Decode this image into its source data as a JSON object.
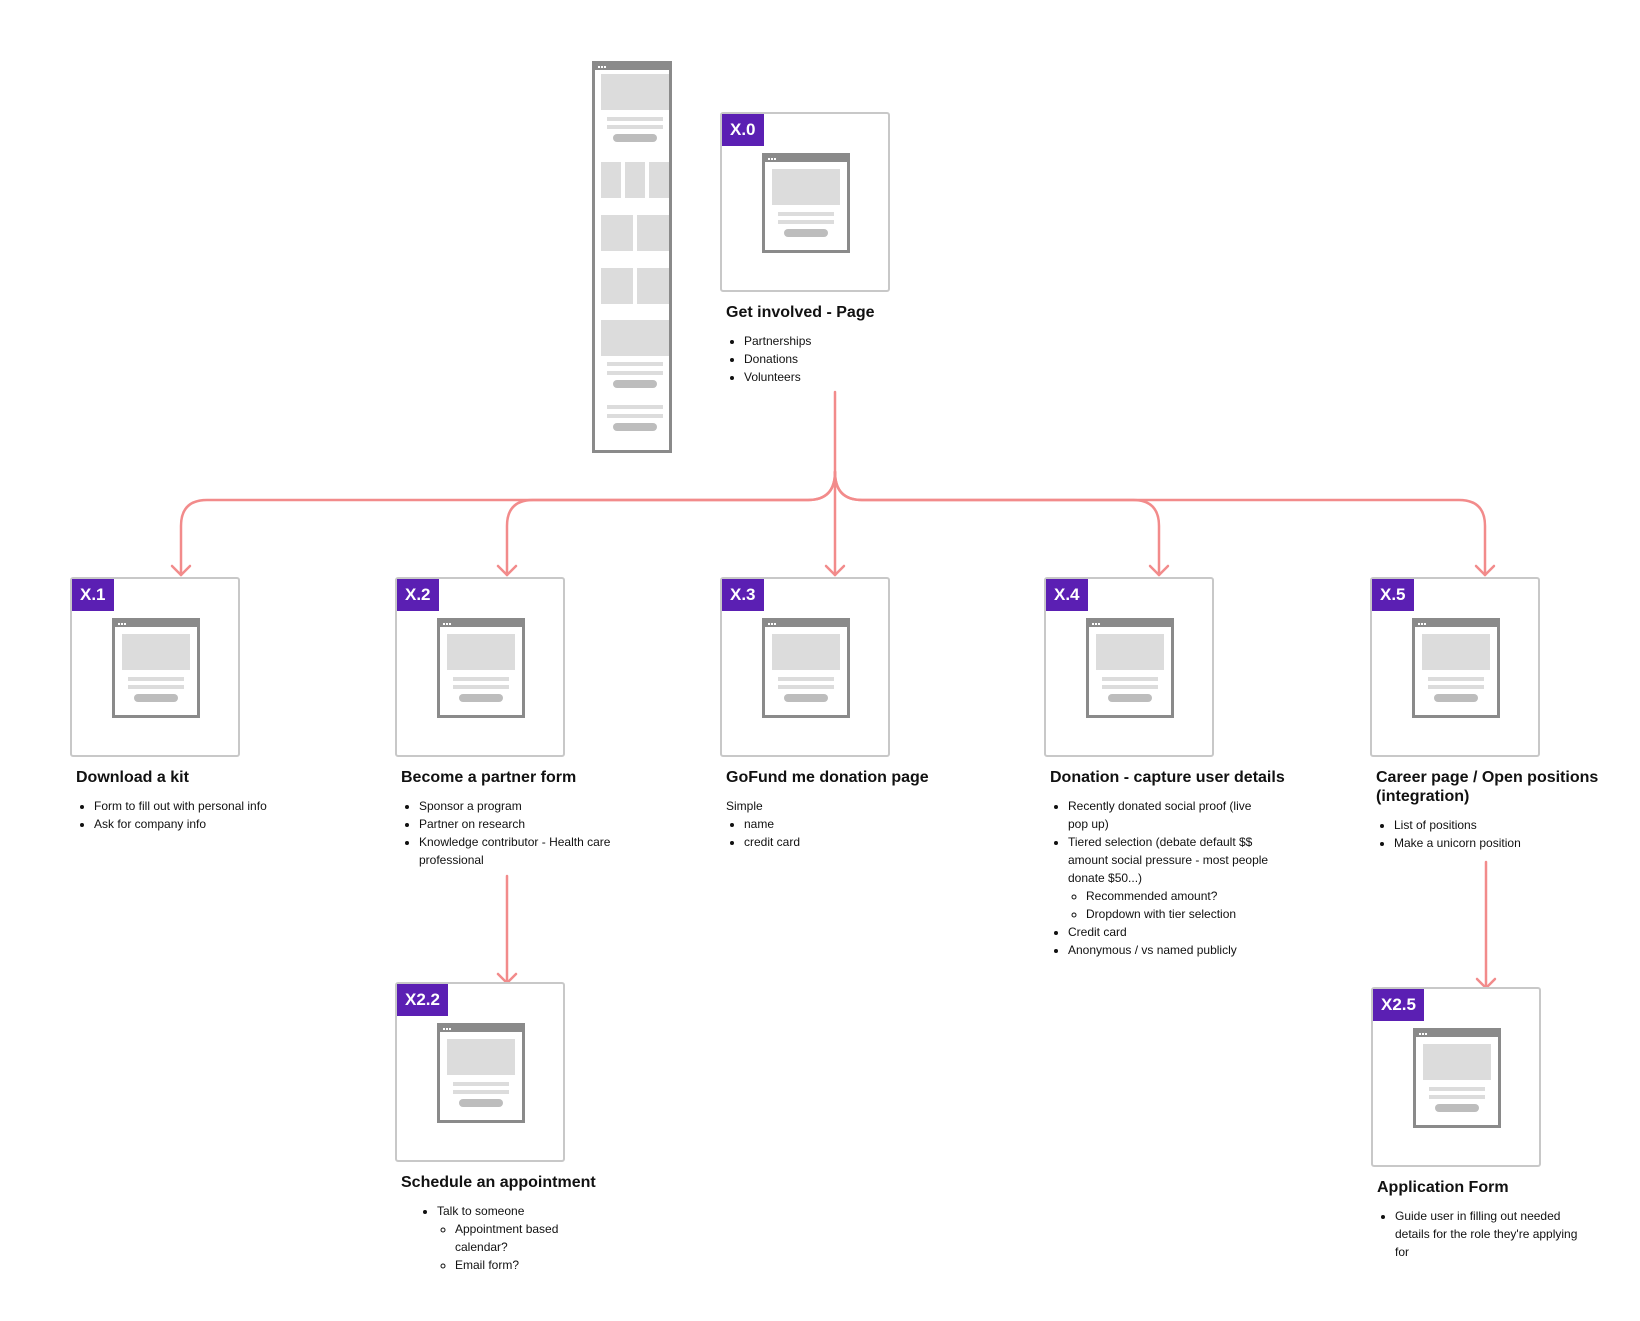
{
  "long_page_wireframe": {
    "label": ""
  },
  "nodes": {
    "x0": {
      "badge": "X.0",
      "title": "Get involved  - Page",
      "bullets": [
        "Partnerships",
        "Donations",
        "Volunteers"
      ]
    },
    "x1": {
      "badge": "X.1",
      "title": "Download a kit",
      "bullets": [
        "Form to fill out with personal info",
        "Ask for company info"
      ]
    },
    "x2": {
      "badge": "X.2",
      "title": "Become a partner form",
      "bullets": [
        "Sponsor a program",
        "Partner on research",
        "Knowledge contributor - Health care professional"
      ]
    },
    "x3": {
      "badge": "X.3",
      "title": "GoFund me donation page",
      "intro": "Simple",
      "bullets": [
        "name",
        "credit card"
      ]
    },
    "x4": {
      "badge": "X.4",
      "title": "Donation - capture user details",
      "bullets": [
        "Recently donated social proof (live pop up)",
        "Tiered selection (debate default $$ amount social pressure - most people donate $50...)",
        "Credit card",
        "Anonymous / vs named publicly"
      ],
      "sub_bullets": [
        "Recommended amount?",
        "Dropdown with tier selection"
      ]
    },
    "x5": {
      "badge": "X.5",
      "title": "Career page / Open positions (integration)",
      "bullets": [
        "List of positions",
        "Make a unicorn position"
      ]
    },
    "x22": {
      "badge": "X2.2",
      "title": "Schedule an appointment",
      "bullets": [
        "Talk to someone"
      ],
      "sub_bullets": [
        "Appointment based calendar?",
        "Email form?"
      ]
    },
    "x25": {
      "badge": "X2.5",
      "title": "Application Form",
      "bullets": [
        "Guide user in filling out needed details for the role they're applying for"
      ]
    }
  },
  "colors": {
    "connector": "#f28b8b",
    "badge": "#5b1fb3",
    "wire_frame": "#8a8a8a",
    "placeholder": "#dcdcdc"
  },
  "icons": {
    "screen": "wireframe-screen-icon",
    "arrow": "arrow-down-icon"
  }
}
